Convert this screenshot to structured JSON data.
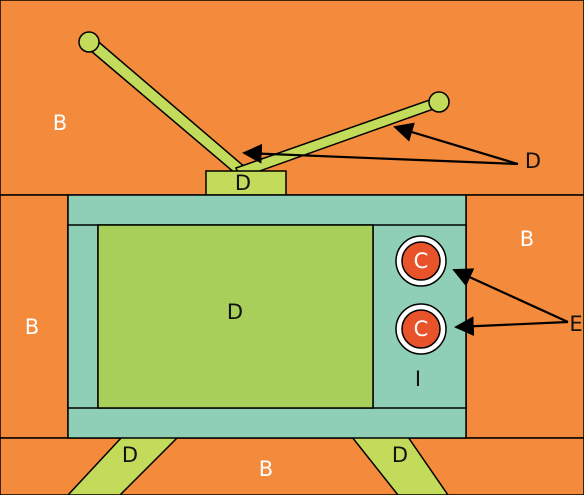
{
  "labels": {
    "bg_top_left": "B",
    "bg_right": "B",
    "bg_left": "B",
    "bg_bottom": "B",
    "base_block": "D",
    "antennas": "D",
    "screen": "D",
    "leg_left": "D",
    "leg_right": "D",
    "knob_top": "C",
    "knob_bottom": "C",
    "knobs_callout": "E",
    "control_panel": "I"
  },
  "colors": {
    "background": "#f48a3b",
    "outline": "#000000",
    "tv_body": "#8fcfb6",
    "screen": "#a8cf5a",
    "antenna": "#c3db5a",
    "knob": "#e8532a",
    "knob_ring": "#ffffff"
  }
}
